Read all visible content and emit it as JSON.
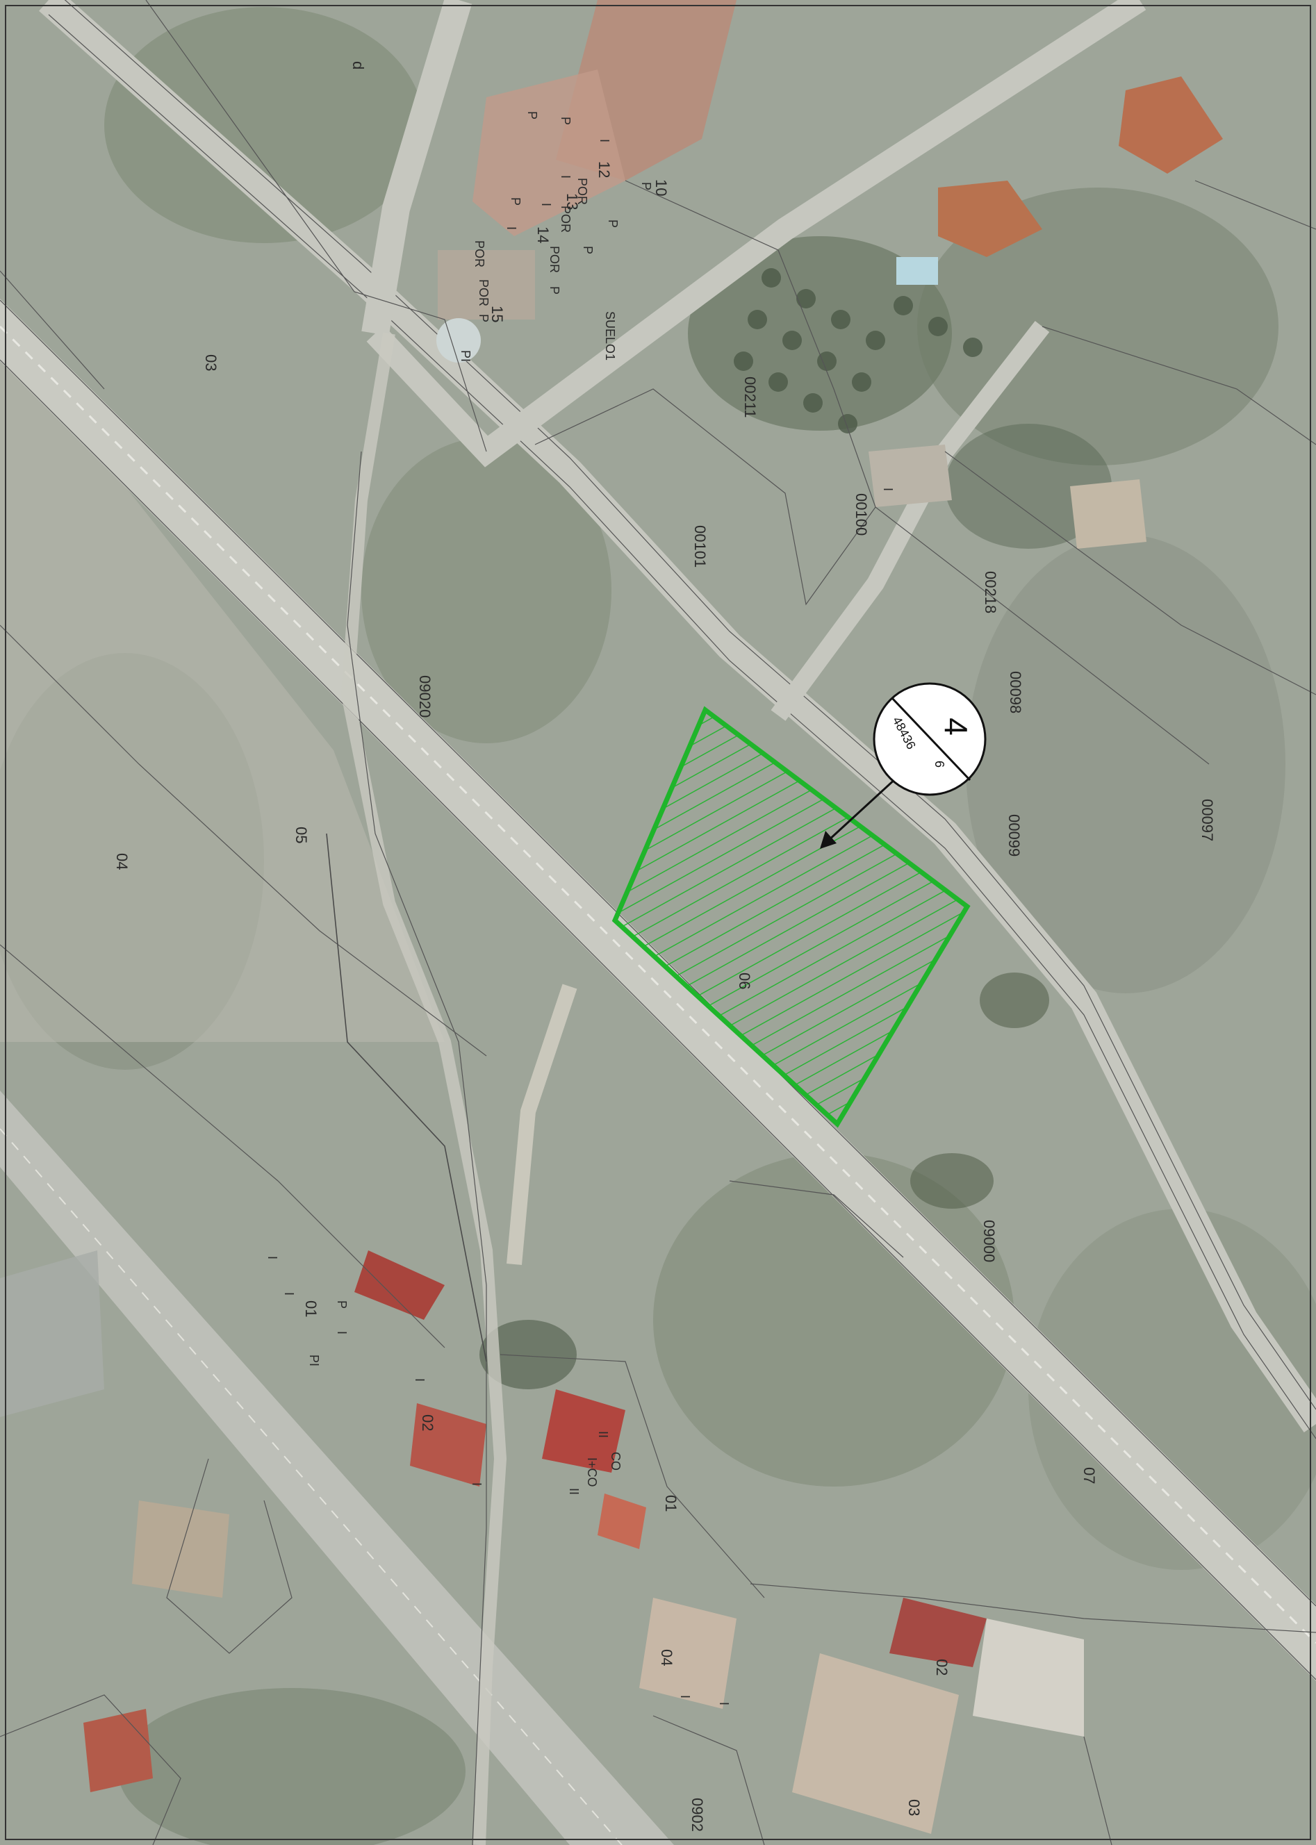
{
  "map": {
    "callout": {
      "number": "4",
      "reference": "48436",
      "page": "6"
    },
    "highlight_color": "#1fb52b",
    "parcels": [
      {
        "id": "p-d",
        "text": "d"
      },
      {
        "id": "p-03a",
        "text": "03"
      },
      {
        "id": "p-10",
        "text": "10"
      },
      {
        "id": "p-12",
        "text": "12"
      },
      {
        "id": "p-13",
        "text": "13"
      },
      {
        "id": "p-14",
        "text": "14"
      },
      {
        "id": "p-15",
        "text": "15"
      },
      {
        "id": "p-suelo1",
        "text": "SUELO1"
      },
      {
        "id": "p-00211",
        "text": "00211"
      },
      {
        "id": "p-00100",
        "text": "00100"
      },
      {
        "id": "p-00101",
        "text": "00101"
      },
      {
        "id": "p-00218",
        "text": "00218"
      },
      {
        "id": "p-00098",
        "text": "00098"
      },
      {
        "id": "p-00099",
        "text": "00099"
      },
      {
        "id": "p-00097",
        "text": "00097"
      },
      {
        "id": "p-09020",
        "text": "09020"
      },
      {
        "id": "p-05",
        "text": "05"
      },
      {
        "id": "p-04a",
        "text": "04"
      },
      {
        "id": "p-06",
        "text": "06"
      },
      {
        "id": "p-09000",
        "text": "09000"
      },
      {
        "id": "p-07",
        "text": "07"
      },
      {
        "id": "p-01a",
        "text": "01"
      },
      {
        "id": "p-02a",
        "text": "02"
      },
      {
        "id": "p-01b",
        "text": "01"
      },
      {
        "id": "p-04b",
        "text": "04"
      },
      {
        "id": "p-02b",
        "text": "02"
      },
      {
        "id": "p-03b",
        "text": "03"
      },
      {
        "id": "p-0902",
        "text": "0902"
      }
    ],
    "subunits": [
      {
        "id": "s1",
        "text": "P"
      },
      {
        "id": "s2",
        "text": "I"
      },
      {
        "id": "s3",
        "text": "P"
      },
      {
        "id": "s4",
        "text": "POR"
      },
      {
        "id": "s5",
        "text": "P"
      },
      {
        "id": "s6",
        "text": "I"
      },
      {
        "id": "s7",
        "text": "POR"
      },
      {
        "id": "s8",
        "text": "P"
      },
      {
        "id": "s9",
        "text": "I"
      },
      {
        "id": "s10",
        "text": "POR"
      },
      {
        "id": "s11",
        "text": "P"
      },
      {
        "id": "s12",
        "text": "POR"
      },
      {
        "id": "s13",
        "text": "POR"
      },
      {
        "id": "s14",
        "text": "P"
      },
      {
        "id": "s15",
        "text": "PI"
      },
      {
        "id": "s16",
        "text": "I"
      },
      {
        "id": "s17",
        "text": "P"
      },
      {
        "id": "s18",
        "text": "P"
      },
      {
        "id": "s19",
        "text": "I"
      },
      {
        "id": "s20",
        "text": "I"
      },
      {
        "id": "s21",
        "text": "I"
      },
      {
        "id": "s22",
        "text": "I"
      },
      {
        "id": "s23",
        "text": "P"
      },
      {
        "id": "s24",
        "text": "PI"
      },
      {
        "id": "s25",
        "text": "I"
      },
      {
        "id": "s26",
        "text": "I"
      },
      {
        "id": "s27",
        "text": "II"
      },
      {
        "id": "s28",
        "text": "I+CO"
      },
      {
        "id": "s29",
        "text": "CO"
      },
      {
        "id": "s30",
        "text": "II"
      },
      {
        "id": "s31",
        "text": "I"
      },
      {
        "id": "s32",
        "text": "I"
      }
    ]
  }
}
